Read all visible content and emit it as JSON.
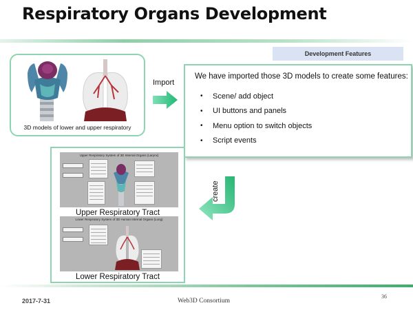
{
  "slide": {
    "title": "Respiratory Organs Development",
    "features_tag": "Development Features"
  },
  "models": {
    "caption": "3D models of lower and upper respiratory"
  },
  "import_label": "Import",
  "features": {
    "heading": "We have imported those 3D models to create some features:",
    "items": [
      "Scene/ add object",
      "UI buttons and panels",
      "Menu option to switch objects",
      "Script events"
    ]
  },
  "create_label": "create",
  "upper": {
    "caption": "Upper Respiratory Tract",
    "screen_title": "Upper Respiratory System of 3D Internal Organs (Larynx)"
  },
  "lower": {
    "caption": "Lower Respiratory Tract",
    "screen_title": "Lower Respiratory System of 3D Human Internal Organs (Lung)"
  },
  "footer": {
    "date": "2017-7-31",
    "org": "Web3D Consortium",
    "page": "36"
  },
  "colors": {
    "accent_green": "#8ed4b0",
    "arrow_green": "#2fc07e",
    "tag_blue": "#d9e3f3"
  }
}
